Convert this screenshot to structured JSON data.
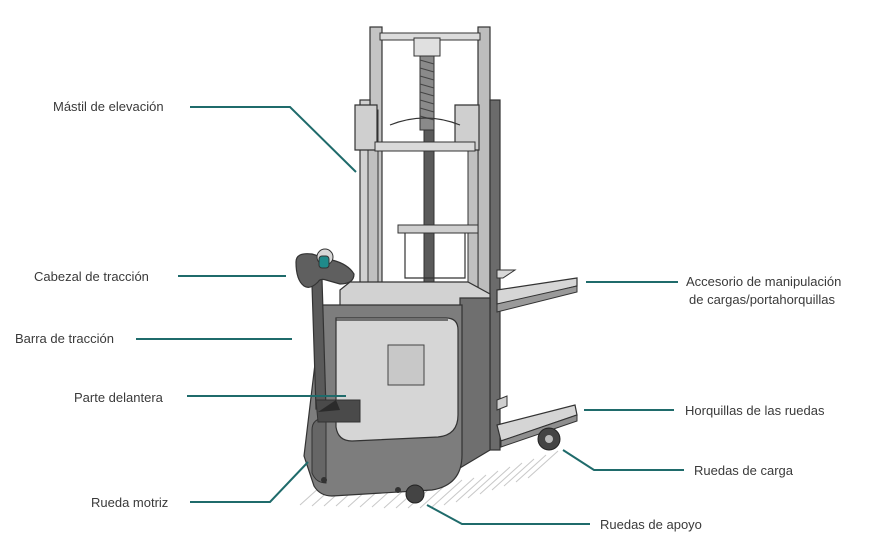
{
  "diagram": {
    "accent_color": "#1f6b6b",
    "body_color": "#7d7d7d",
    "dark_color": "#555555",
    "light_color": "#d6d6d6",
    "labels": {
      "mast": "Mástil de elevación",
      "tow_head": "Cabezal de tracción",
      "tow_bar": "Barra de tracción",
      "front": "Parte delantera",
      "drive_wheel": "Rueda motriz",
      "carriage_line1": "Accesorio de manipulación",
      "carriage_line2": "de cargas/portahorquillas",
      "fork_arms": "Horquillas de las ruedas",
      "load_wheels": "Ruedas de carga",
      "support_wheels": "Ruedas de apoyo"
    }
  }
}
